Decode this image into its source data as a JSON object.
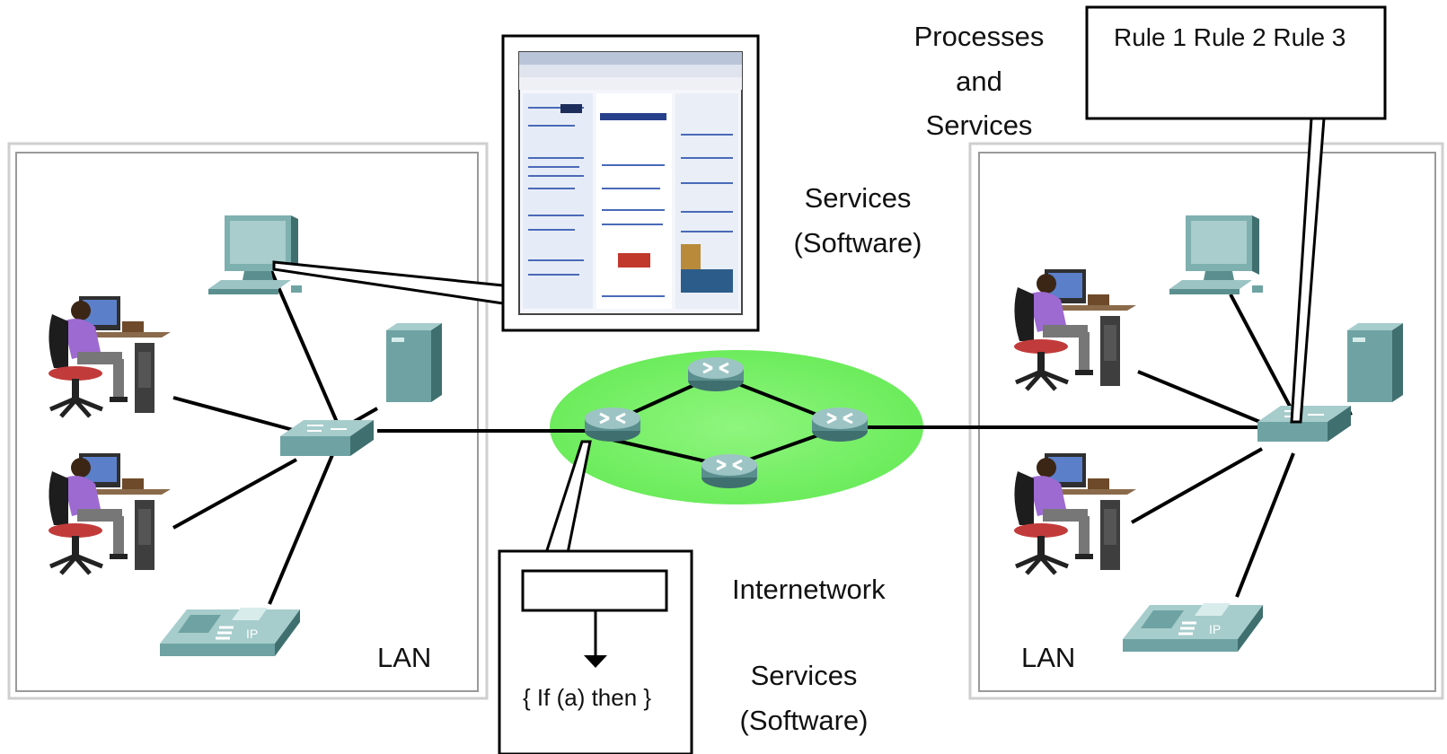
{
  "labels": {
    "processes_and_services": [
      "Processes",
      "and",
      "Services"
    ],
    "rules": "Rule 1 Rule 2 Rule 3",
    "services_software_top": [
      "Services",
      "(Software)"
    ],
    "services_software_bottom": [
      "Services",
      "(Software)"
    ],
    "internetwork": "Internetwork",
    "lan_left": "LAN",
    "lan_right": "LAN",
    "if_then": "{ If (a) then }"
  },
  "colors": {
    "device_teal": "#6fa3a3",
    "internetwork_cloud": "#7cf06a",
    "person_shirt": "#9d6ad1",
    "lan_border": "#b5b5b5"
  }
}
